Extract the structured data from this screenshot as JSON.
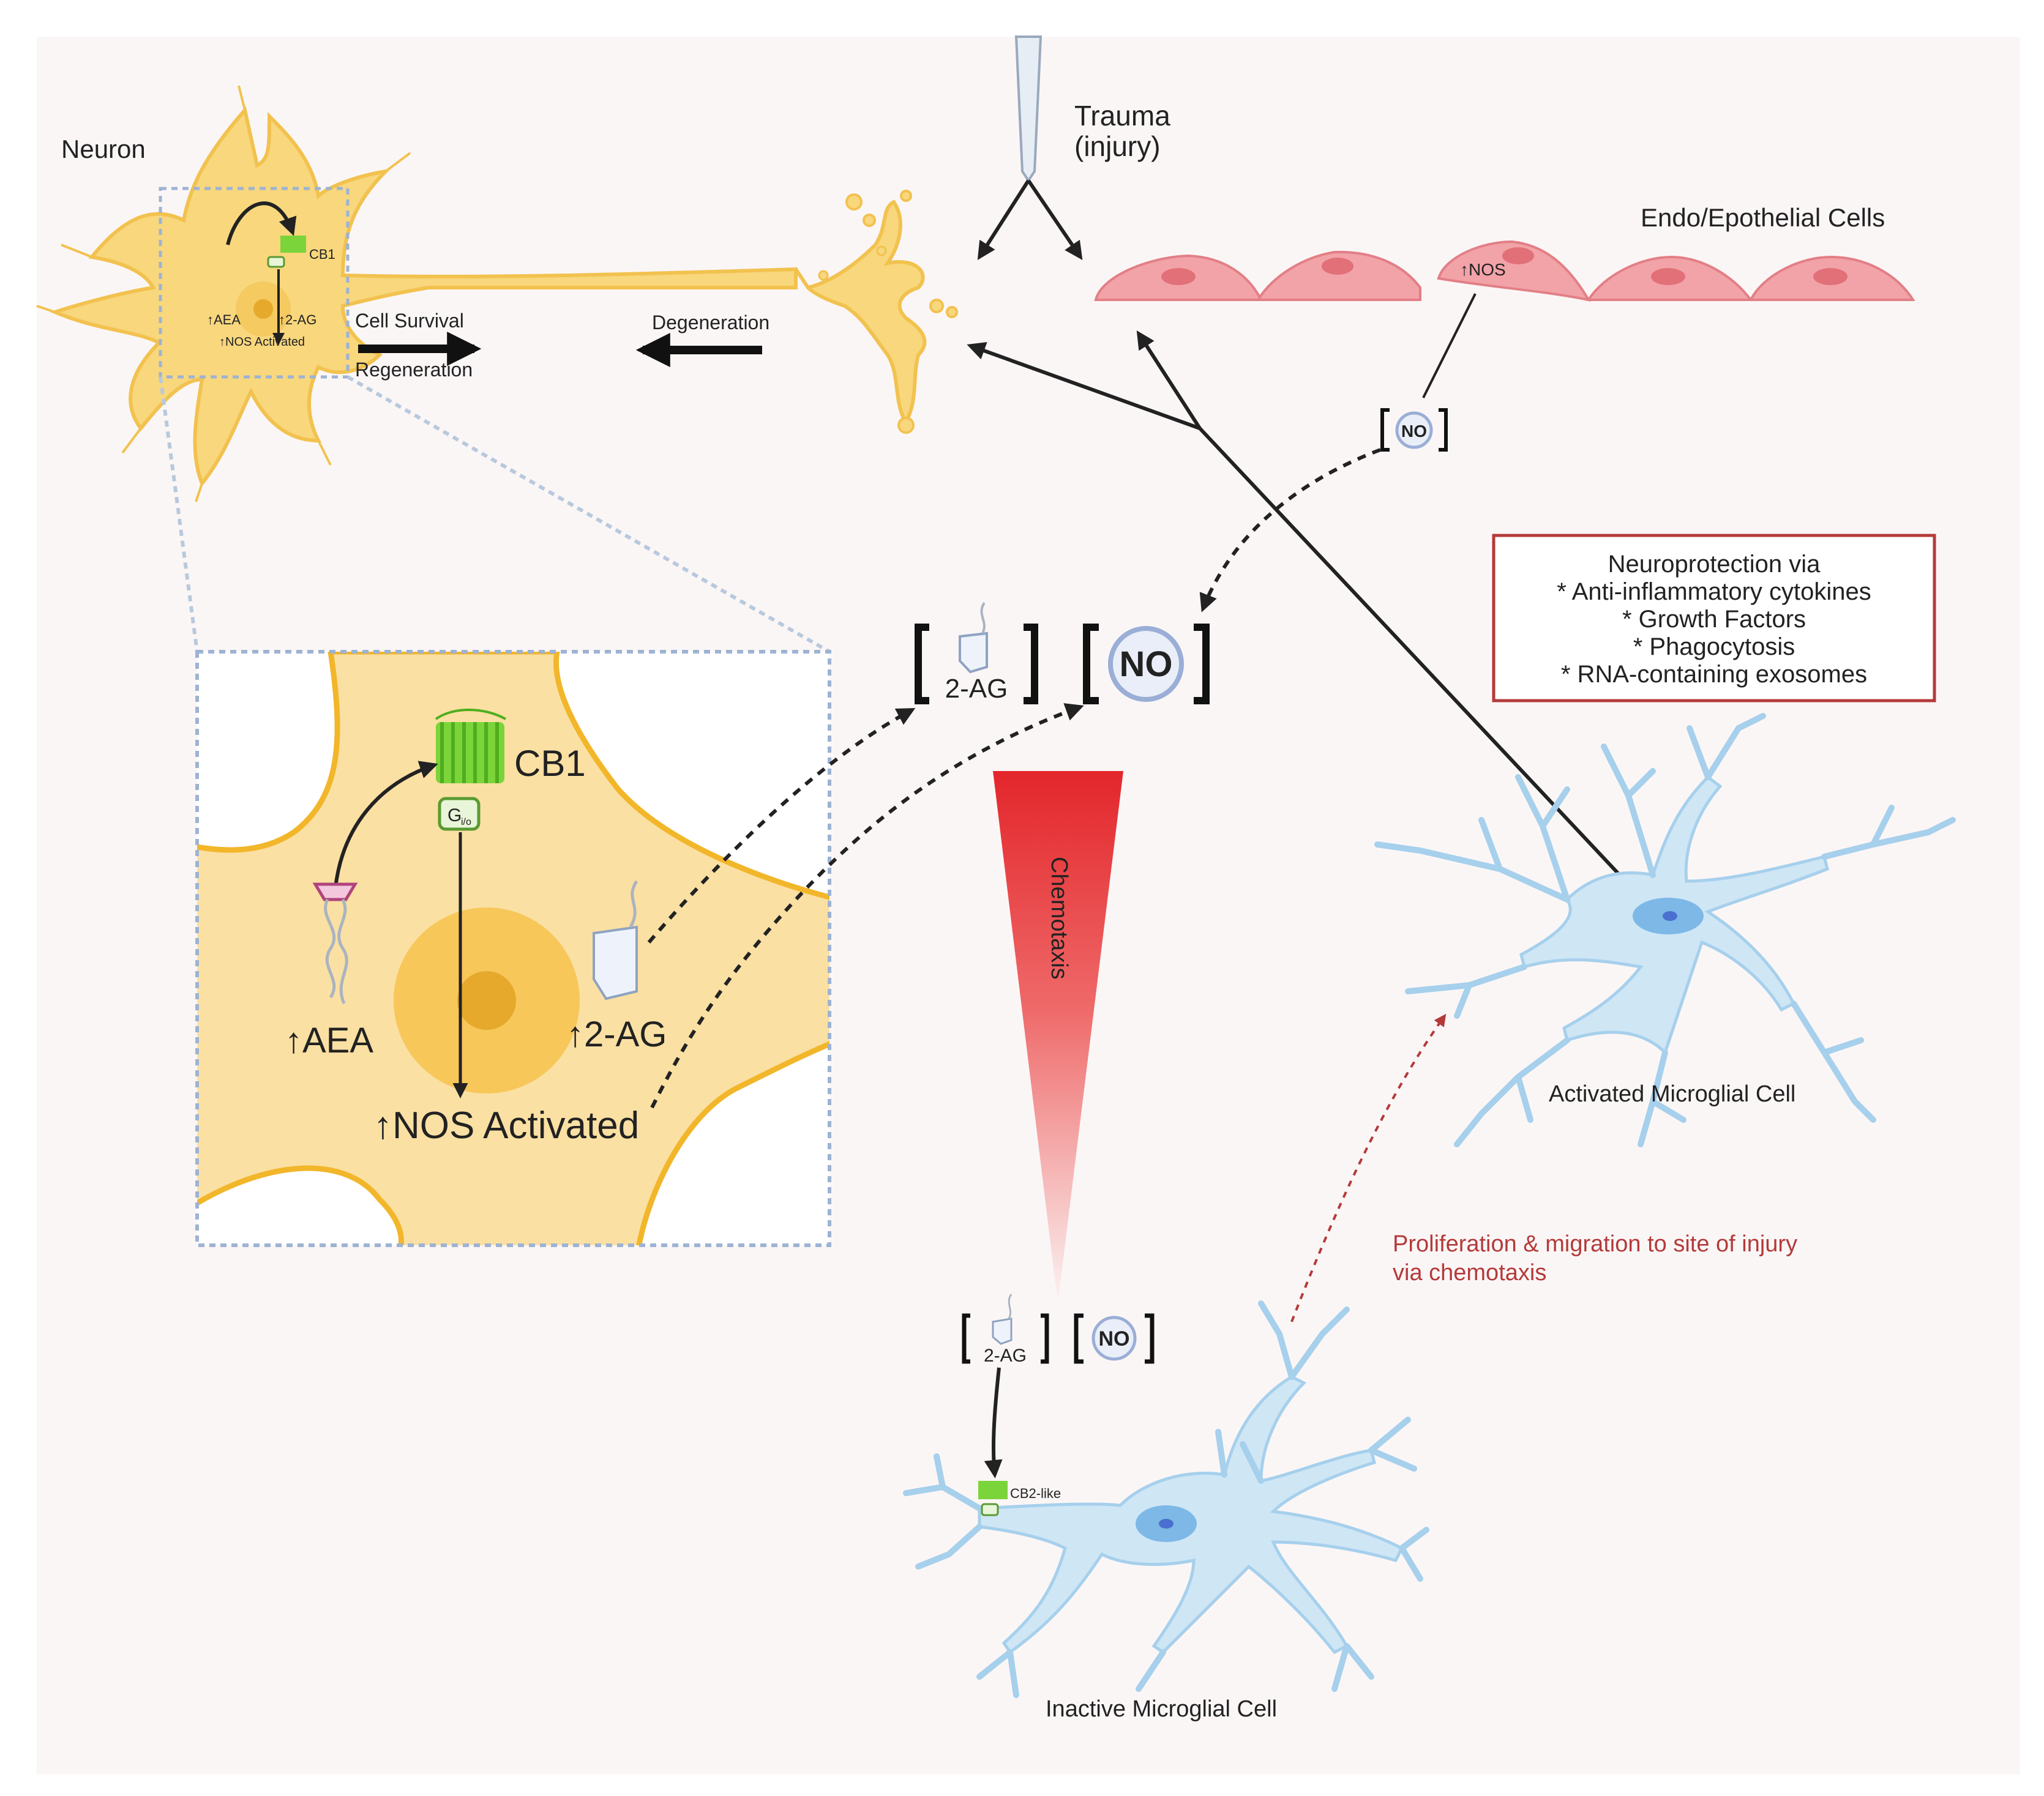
{
  "labels": {
    "neuron": "Neuron",
    "trauma_line1": "Trauma",
    "trauma_line2": "(injury)",
    "endo": "Endo/Epothelial Cells",
    "nos_small": "↑NOS",
    "cell_survival": "Cell Survival",
    "regeneration": "Regeneration",
    "degeneration": "Degeneration",
    "inset_small_cb1": "CB1",
    "inset_small_aea": "↑AEA",
    "inset_small_2ag": "↑2-AG",
    "inset_small_nos": "↑NOS Activated",
    "no_small": "NO",
    "no_large": "NO",
    "two_ag_large": "2-AG",
    "cb1_big": "CB1",
    "gio": "G",
    "gio_sub": "i/o",
    "aea_big": "↑AEA",
    "two_ag_big": "↑2-AG",
    "nos_big": "↑NOS Activated",
    "chemotaxis": "Chemotaxis",
    "two_ag_bottom": "2-AG",
    "no_bottom": "NO",
    "cb2": "CB2-like",
    "inactive": "Inactive Microglial Cell",
    "activated": "Activated Microglial Cell",
    "proliferation_line1": "Proliferation & migration to site of injury",
    "proliferation_line2": "via chemotaxis"
  },
  "neuroprotection": {
    "title": "Neuroprotection via",
    "items": [
      "* Anti-inflammatory cytokines",
      "* Growth Factors",
      "* Phagocytosis",
      "* RNA-containing exosomes"
    ]
  },
  "colors": {
    "neuron": "#f8d77d",
    "neuron_dark": "#f2c24f",
    "microglia": "#cfe6f5",
    "endothelial": "#f2a3a8",
    "box_border": "#b43a3a",
    "proliferation_text": "#b43a3a",
    "cb_receptor": "#7bd43a",
    "chemotaxis_top": "#e3262b"
  }
}
